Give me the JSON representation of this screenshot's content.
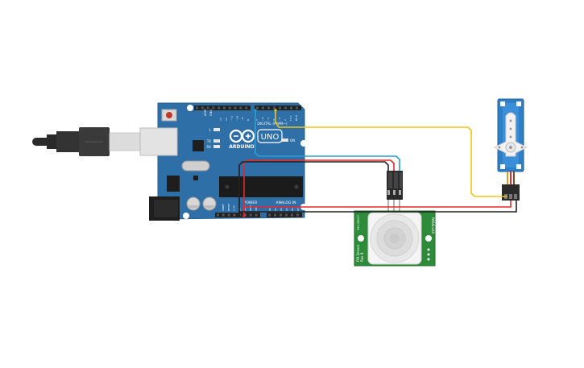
{
  "board": {
    "brand": "ARDUINO",
    "model": "UNO",
    "digital_header": "DIGITAL (PWM~)",
    "power_header": "POWER",
    "analog_header": "ANALOG IN",
    "aref": "AREF",
    "gnd": "GND",
    "on_led": "ON",
    "tx": "TX",
    "rx": "RX",
    "l_led": "L",
    "pin_labels_digital": [
      "13",
      "12",
      "~11",
      "~10",
      "~9",
      "8",
      "7",
      "~6",
      "~5",
      "4",
      "~3",
      "2",
      "TX 1",
      "RX 0"
    ],
    "pin_labels_power": [
      "IOREF",
      "RESET",
      "3.3V",
      "5V",
      "GND",
      "GND",
      "VIN"
    ],
    "pin_labels_analog": [
      "A0",
      "A1",
      "A2",
      "A3",
      "A4",
      "A5"
    ]
  },
  "pir": {
    "label_left": "PIR Sensor",
    "label_left2": "Rev B",
    "label_code": "555-28027",
    "label_right": "PARALLAX"
  },
  "colors": {
    "board": "#2f6fa7",
    "board_dark": "#1f4f7f",
    "pcb_green": "#2e8b3a",
    "wire_yellow": "#f0c419",
    "wire_red": "#e8262b",
    "wire_black": "#222222",
    "wire_blue": "#2a9fd6",
    "servo_blue": "#2f7fc8"
  }
}
